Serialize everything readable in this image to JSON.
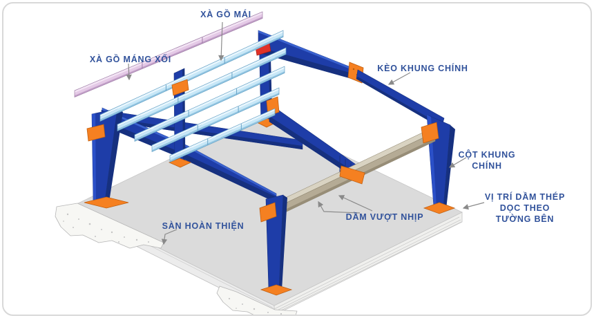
{
  "diagram": {
    "labels": {
      "roof_purlin": "XÀ GỒ MÁI",
      "gutter_purlin": "XÀ GỒ MÁNG XỐI",
      "main_frame_rafter": "KÈO KHUNG CHÍNH",
      "main_column_line1": "CỘT KHUNG",
      "main_column_line2": "CHÍNH",
      "side_beam_line1": "VỊ TRÍ DẦM THÉP",
      "side_beam_line2": "DỌC THEO",
      "side_beam_line3": "TƯỜNG BÊN",
      "long_span_beam": "DẦM VƯỢT NHỊP",
      "finished_floor": "SÀN HOÀN THIỆN"
    },
    "colors": {
      "steel_blue": "#1e3da8",
      "steel_blue_dark": "#16307f",
      "steel_blue_light": "#3a62cf",
      "accent_orange": "#f58021",
      "accent_orange_dark": "#c05f10",
      "purlin_cyan": "#c7e7f7",
      "purlin_pink": "#e4c9e6",
      "beam_tan": "#b5ab95",
      "beam_tan_top": "#d9d3c2",
      "slab_gray": "#dbdbdb",
      "label_navy": "#31529b",
      "connector_red": "#e03127",
      "arrow_gray": "#8a8a8a"
    }
  }
}
